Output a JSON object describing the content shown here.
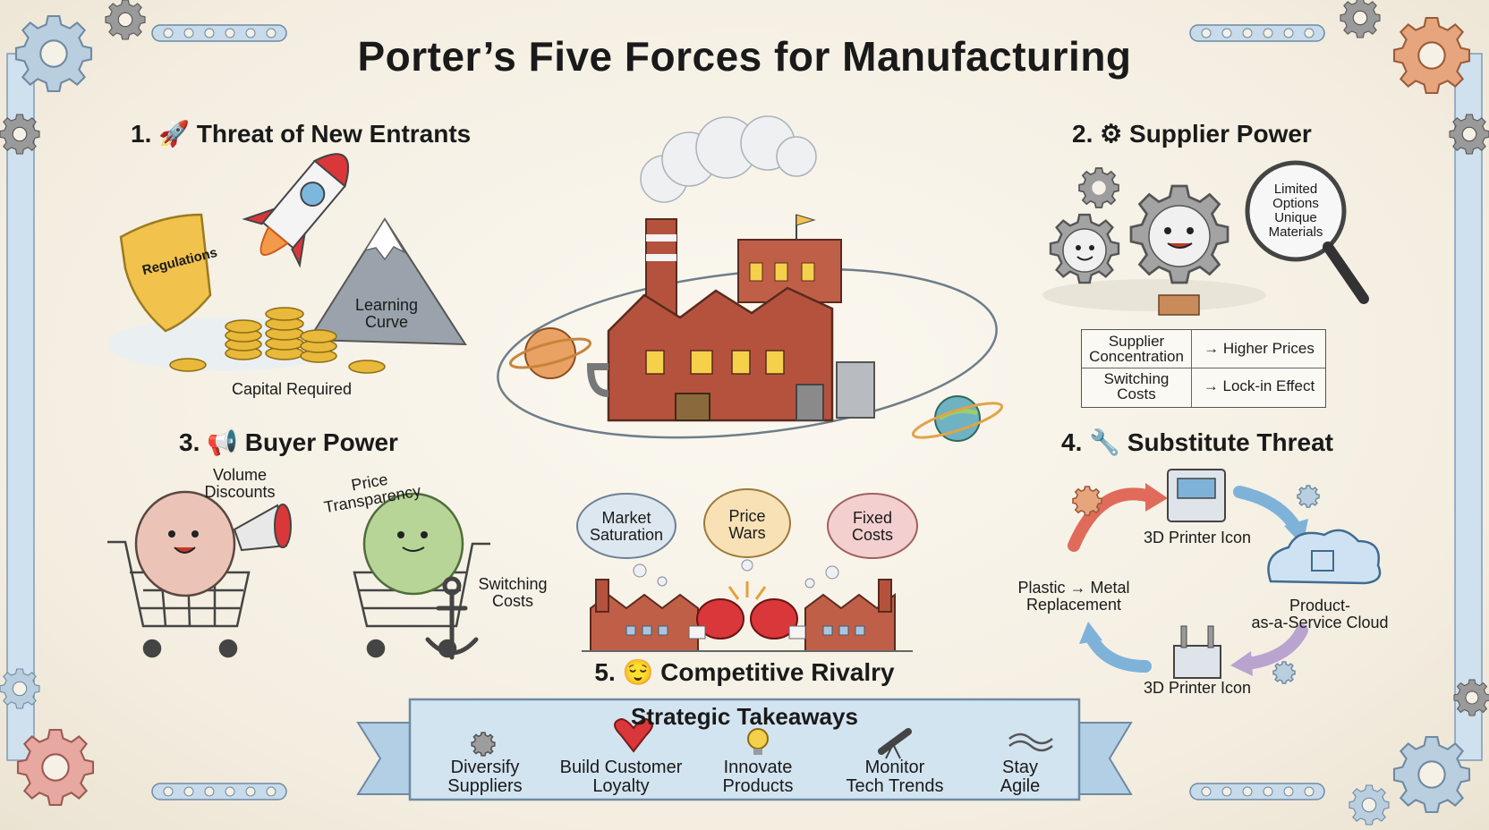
{
  "title": "Porter’s Five Forces for Manufacturing",
  "forces": {
    "f1": {
      "heading": "1. 🚀 Threat of New Entrants",
      "regulations": "Regulations",
      "learning": "Learning\nCurve",
      "capital": "Capital Required"
    },
    "f2": {
      "heading": "2. ⚙ Supplier Power",
      "magnifier": "Limited\nOptions\nUnique\nMaterials",
      "table": {
        "r1c1": "Supplier\nConcentration",
        "r1c2": "→ Higher Prices",
        "r2c1": "Switching\nCosts",
        "r2c2": "→ Lock-in Effect"
      }
    },
    "f3": {
      "heading": "3. 📢 Buyer Power",
      "volume": "Volume\nDiscounts",
      "price": "Price\nTransparency",
      "switching": "Switching\nCosts"
    },
    "f4": {
      "heading": "4. 🔧 Substitute Threat",
      "printer_top": "3D Printer Icon",
      "cloud": "Product-\nas-a-Service Cloud",
      "printer_bottom": "3D Printer Icon",
      "plastic": "Plastic → Metal\nReplacement"
    },
    "f5": {
      "heading": "5. 😌 Competitive Rivalry",
      "market": "Market\nSaturation",
      "price_wars": "Price\nWars",
      "fixed": "Fixed\nCosts"
    }
  },
  "takeaways": {
    "title": "Strategic Takeaways",
    "items": [
      {
        "label": "Diversify\nSuppliers",
        "icon": "gear-icon"
      },
      {
        "label": "Build Customer\nLoyalty",
        "icon": "heart-icon"
      },
      {
        "label": "Innovate\nProducts",
        "icon": "lightbulb-icon"
      },
      {
        "label": "Monitor\nTech Trends",
        "icon": "telescope-icon"
      },
      {
        "label": "Stay\nAgile",
        "icon": "spring-icon"
      }
    ]
  },
  "colors": {
    "brick": "#b5523e",
    "blue_frame": "#a9c6de",
    "gear_orange": "#e08a5a",
    "gear_grey": "#8e8e8e",
    "banner": "#cfe0ee"
  }
}
